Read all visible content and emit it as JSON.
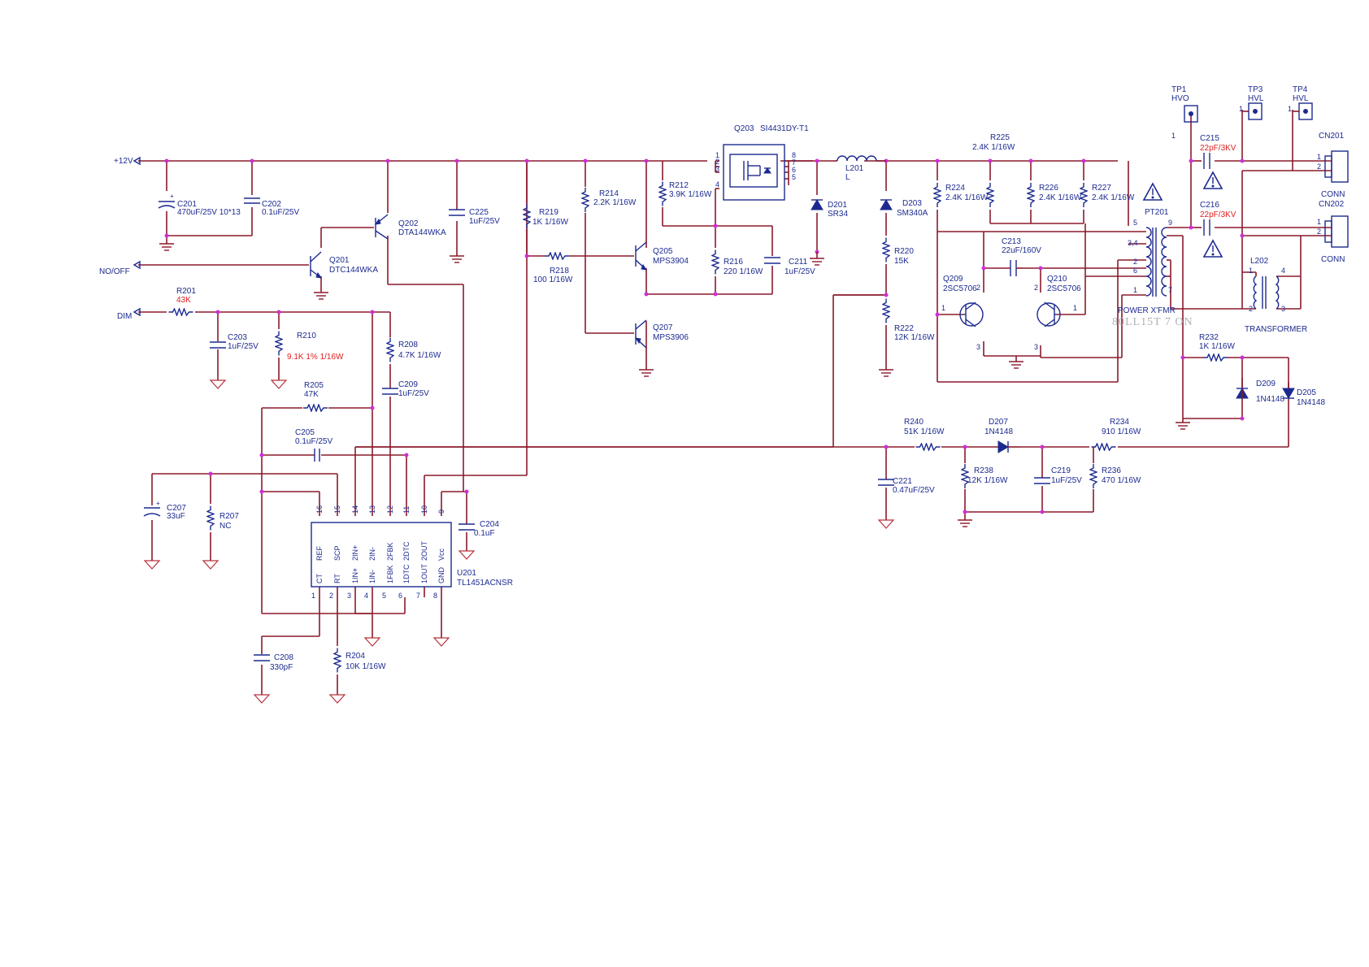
{
  "ports": {
    "v12": "+12V",
    "onoff": "NO/OFF",
    "dim": "DIM"
  },
  "components": {
    "c201": {
      "ref": "C201",
      "value": "470uF/25V 10*13"
    },
    "c202": {
      "ref": "C202",
      "value": "0.1uF/25V"
    },
    "q202": {
      "ref": "Q202",
      "value": "DTA144WKA"
    },
    "q201": {
      "ref": "Q201",
      "value": "DTC144WKA"
    },
    "c225": {
      "ref": "C225",
      "value": "1uF/25V"
    },
    "r201": {
      "ref": "R201",
      "value": "43K"
    },
    "c203": {
      "ref": "C203",
      "value": "1uF/25V"
    },
    "r210": {
      "ref": "R210",
      "value": "9.1K   1% 1/16W"
    },
    "r208": {
      "ref": "R208",
      "value": "4.7K     1/16W"
    },
    "r205": {
      "ref": "R205",
      "value": "47K"
    },
    "c209": {
      "ref": "C209",
      "value": "1uF/25V"
    },
    "c205": {
      "ref": "C205",
      "value": "0.1uF/25V"
    },
    "c207": {
      "ref": "C207",
      "value": "33uF"
    },
    "r207": {
      "ref": "R207",
      "value": "NC"
    },
    "c208": {
      "ref": "C208",
      "value": "330pF"
    },
    "r204": {
      "ref": "R204",
      "value": "10K     1/16W"
    },
    "c204": {
      "ref": "C204",
      "value": "0.1uF"
    },
    "u201": {
      "ref": "U201",
      "value": "TL1451ACNSR"
    },
    "r219": {
      "ref": "R219",
      "value": "1K     1/16W"
    },
    "r214": {
      "ref": "R214",
      "value": "2.2K     1/16W"
    },
    "r218": {
      "ref": "R218",
      "value": "100    1/16W"
    },
    "r212": {
      "ref": "R212",
      "value": "3.9K     1/16W"
    },
    "q205": {
      "ref": "Q205",
      "value": "MPS3904"
    },
    "q207": {
      "ref": "Q207",
      "value": "MPS3906"
    },
    "r216": {
      "ref": "R216",
      "value": "220     1/16W"
    },
    "c211": {
      "ref": "C211",
      "value": "1uF/25V"
    },
    "q203": {
      "ref": "Q203",
      "value": "SI4431DY-T1"
    },
    "l201": {
      "ref": "L201",
      "value": "L"
    },
    "d201": {
      "ref": "D201",
      "value": "SR34"
    },
    "d203": {
      "ref": "D203",
      "value": "SM340A"
    },
    "r220": {
      "ref": "R220",
      "value": "15K"
    },
    "r222": {
      "ref": "R222",
      "value": "12K     1/16W"
    },
    "r225": {
      "ref": "R225",
      "value": "2.4K     1/16W"
    },
    "r224": {
      "ref": "R224",
      "value": "2.4K     1/16W"
    },
    "r226": {
      "ref": "R226",
      "value": "2.4K     1/16W"
    },
    "r227": {
      "ref": "R227",
      "value": "2.4K     1/16W"
    },
    "c213": {
      "ref": "C213",
      "value": "22uF/160V"
    },
    "q209": {
      "ref": "Q209",
      "value": "2SC5706"
    },
    "q210": {
      "ref": "Q210",
      "value": "2SC5706"
    },
    "pt201": {
      "ref": "PT201",
      "value": "POWER X'FMR"
    },
    "tp1": {
      "ref": "TP1",
      "value": "HVO"
    },
    "tp3": {
      "ref": "TP3",
      "value": "HVL"
    },
    "tp4": {
      "ref": "TP4",
      "value": "HVL"
    },
    "c215": {
      "ref": "C215",
      "value": "22pF/3KV"
    },
    "c216": {
      "ref": "C216",
      "value": "22pF/3KV"
    },
    "cn201": {
      "ref": "CN201",
      "value": "CONN"
    },
    "cn202": {
      "ref": "CN202",
      "value": "CONN"
    },
    "l202": {
      "ref": "L202",
      "value": "TRANSFORMER"
    },
    "r232": {
      "ref": "R232",
      "value": "1K     1/16W"
    },
    "d209": {
      "ref": "D209",
      "value": "1N4148"
    },
    "d205": {
      "ref": "D205",
      "value": "1N4148"
    },
    "r240": {
      "ref": "R240",
      "value": "51K     1/16W"
    },
    "d207": {
      "ref": "D207",
      "value": "1N4148"
    },
    "r234": {
      "ref": "R234",
      "value": "910     1/16W"
    },
    "c221": {
      "ref": "C221",
      "value": "0.47uF/25V"
    },
    "r238": {
      "ref": "R238",
      "value": "12K     1/16W"
    },
    "c219": {
      "ref": "C219",
      "value": "1uF/25V"
    },
    "r236": {
      "ref": "R236",
      "value": "470     1/16W"
    }
  },
  "u201_pins_top": [
    "REF",
    "SCP",
    "2IN+",
    "2IN-",
    "2FBK",
    "2DTC",
    "2OUT",
    "Vcc"
  ],
  "u201_pins_top_num": [
    "16",
    "15",
    "14",
    "13",
    "12",
    "11",
    "10",
    "9"
  ],
  "u201_pins_bottom": [
    "CT",
    "RT",
    "1IN+",
    "1IN-",
    "1FBK",
    "1DTC",
    "1OUT",
    "GND"
  ],
  "u201_pins_bottom_num": [
    "1",
    "2",
    "3",
    "4",
    "5",
    "6",
    "7",
    "8"
  ],
  "watermark": "80LL15T 7 ON",
  "colors": {
    "wire": "#8b1a2b",
    "component": "#1c2a8f",
    "junction": "#d02ed8",
    "highlight": "#e02020"
  }
}
